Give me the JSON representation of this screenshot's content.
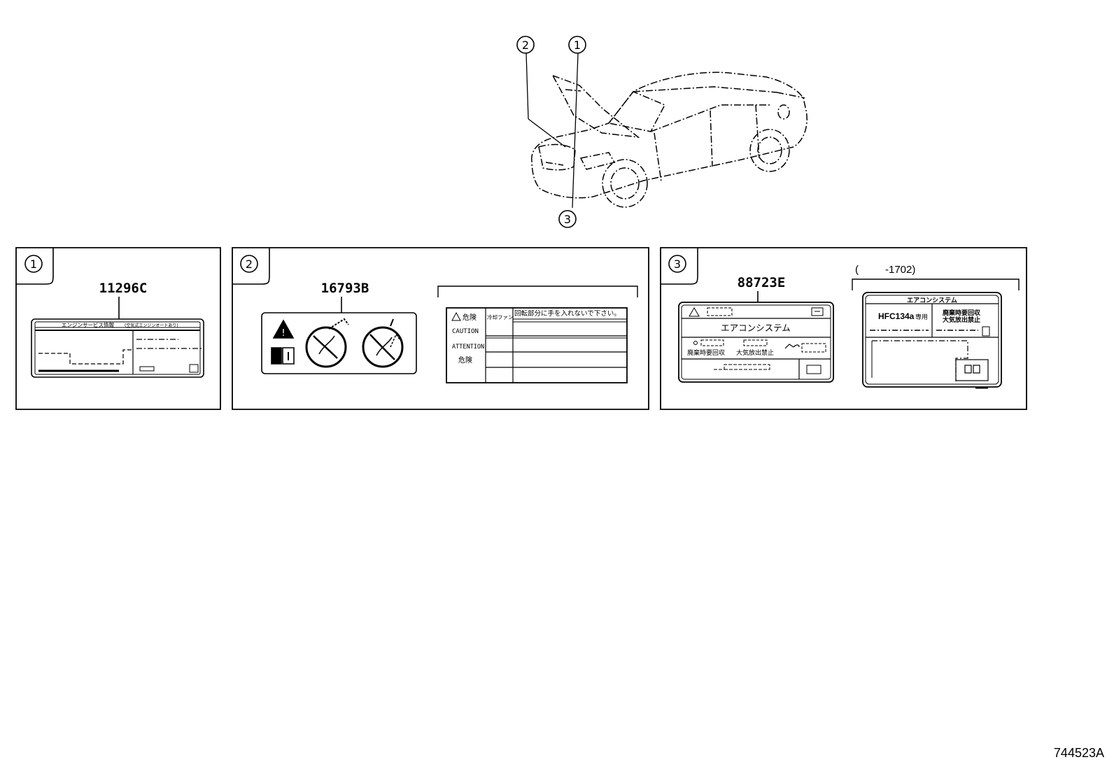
{
  "callouts": {
    "c1": "1",
    "c2": "2",
    "c3": "3"
  },
  "panel1": {
    "callout": "1",
    "part_number": "11296C",
    "label_header": "エンジンサービス情報",
    "label_header_note": "(空気式エンジンオートあり)"
  },
  "panel2": {
    "callout": "2",
    "part_number": "16793B",
    "warn_danger": "危険",
    "warn_fan": "冷却ファン",
    "warn_message": "回転部分に手を入れないで下さい。",
    "warn_caution": "CAUTION",
    "warn_attention": "ATTENTION",
    "warn_danger2": "危険"
  },
  "panel3": {
    "callout": "3",
    "part_number": "88723E",
    "range_open": "(",
    "range_value": "-1702)",
    "label_title": "エアコンシステム",
    "label_recover": "廃棄時要回収",
    "label_no_release": "大気放出禁止",
    "label2_title": "エアコンシステム",
    "label2_refrigerant": "HFC134a",
    "label2_only": "専用",
    "label2_recover": "廃棄時要回収",
    "label2_no_release": "大気放出禁止"
  },
  "reference_code": "744523A"
}
